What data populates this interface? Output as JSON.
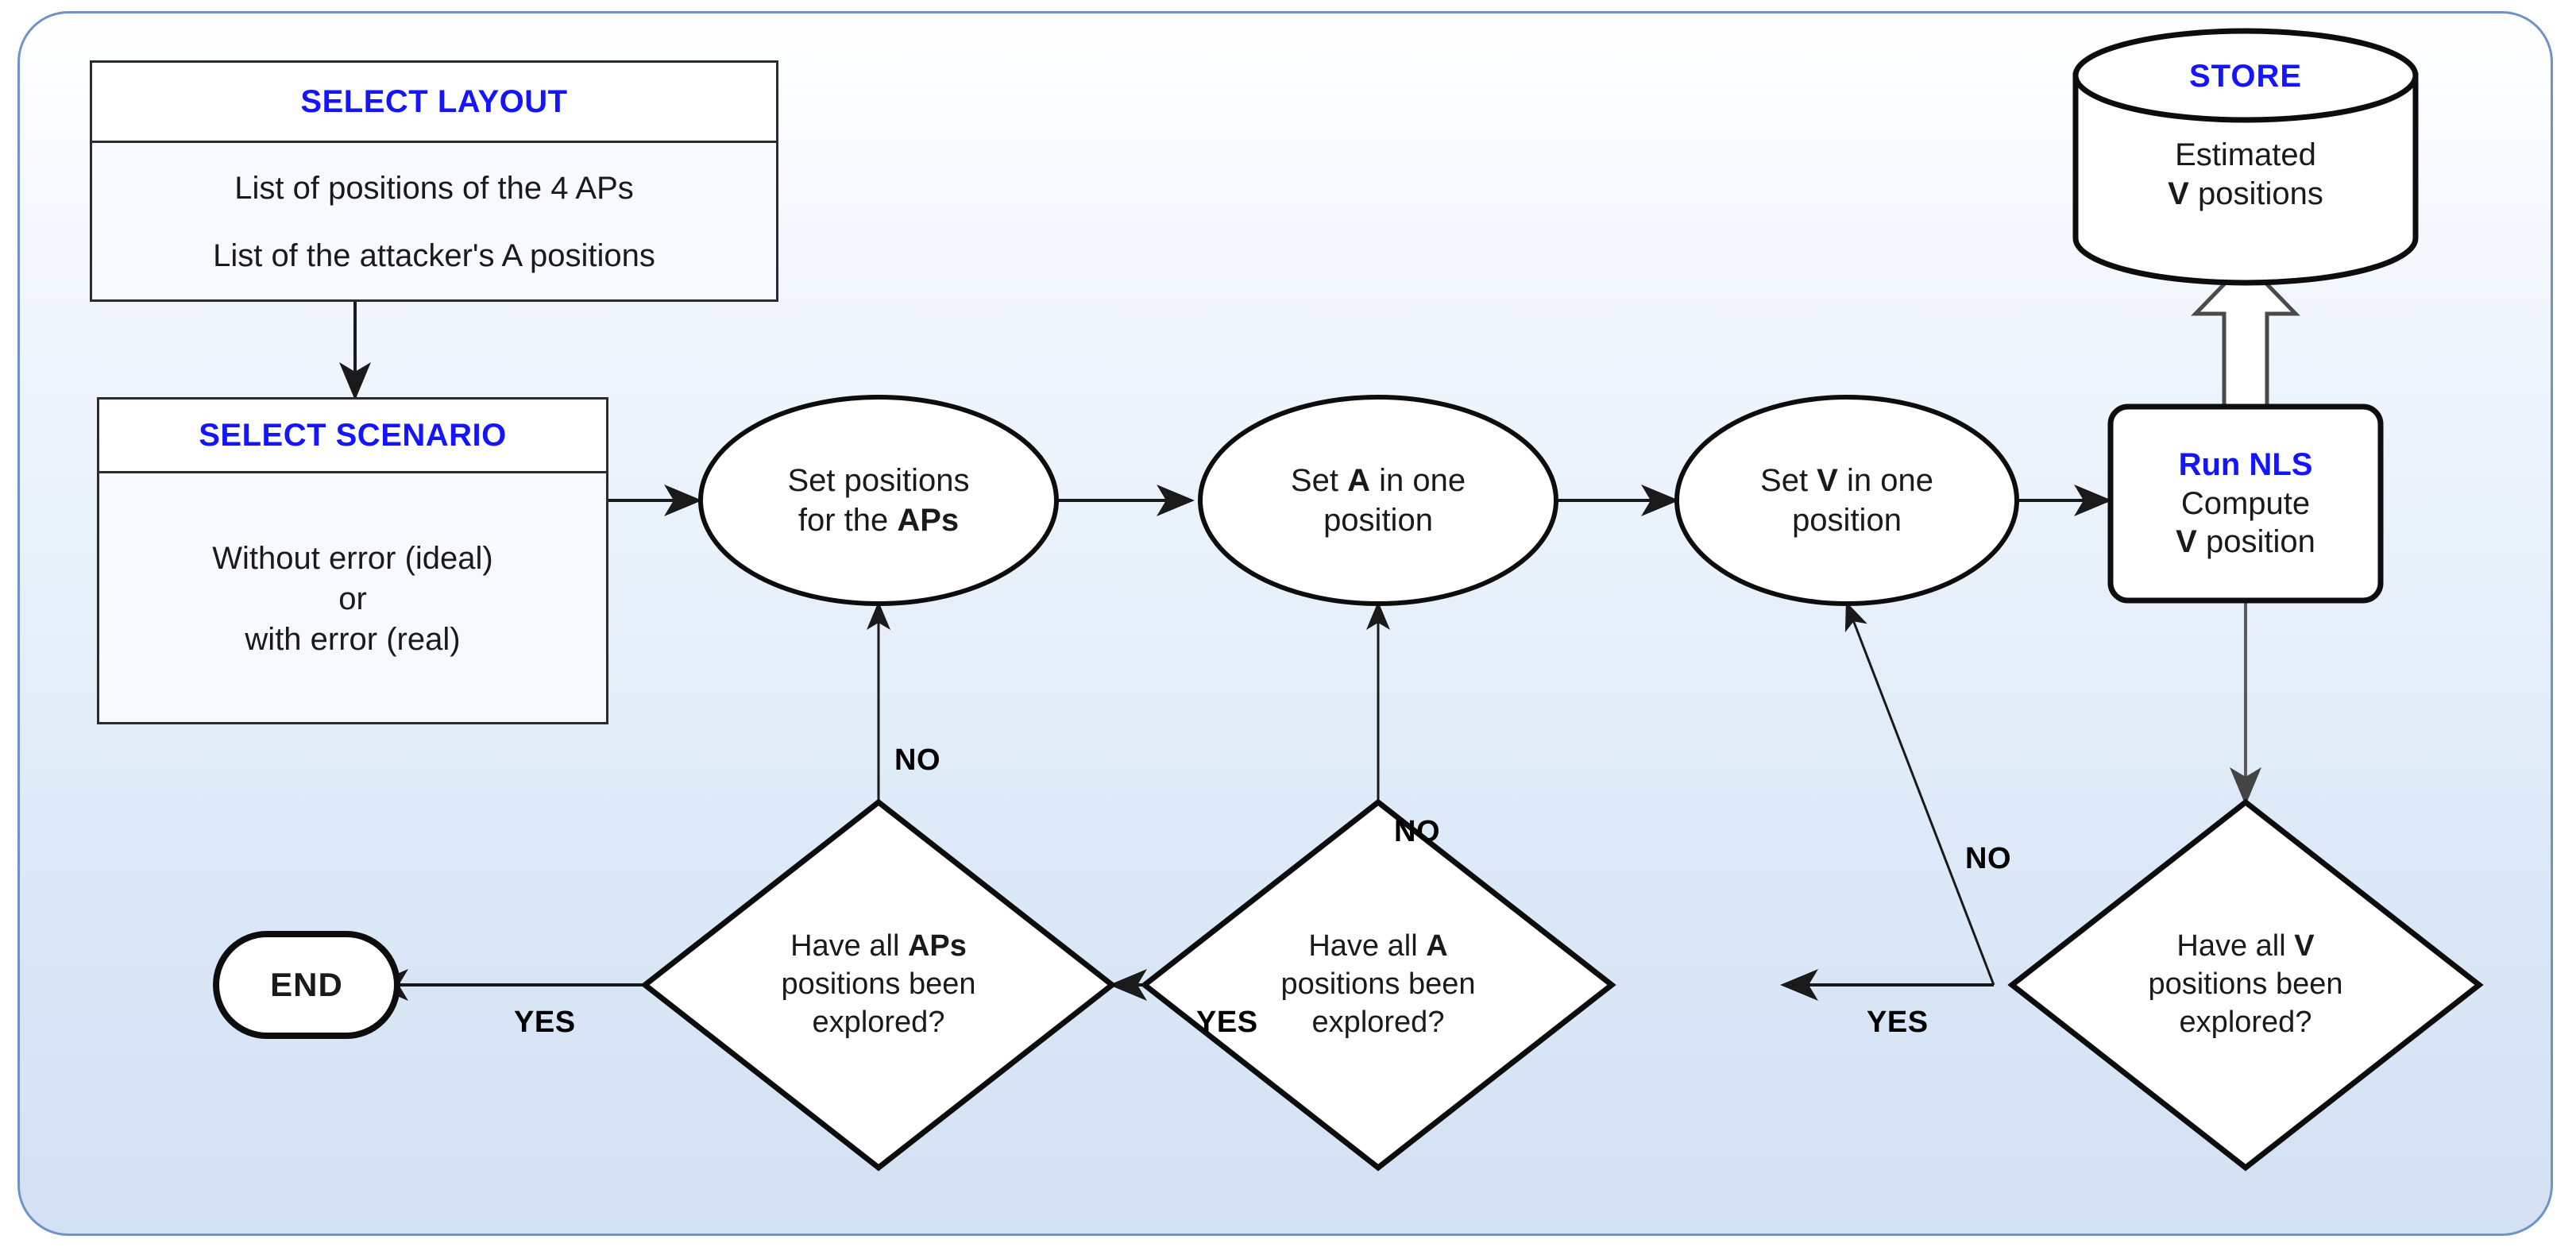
{
  "diagram": {
    "title": "Simulation workflow flowchart",
    "panel": {
      "border_color": "#6d93c8",
      "bg_top": "#ffffff",
      "bg_bottom": "#d3e1f4"
    },
    "accent_color": "#1414ff",
    "line_color": "#1a1a1a"
  },
  "nodes": {
    "select_layout": {
      "header": "SELECT LAYOUT",
      "lines": [
        "List of positions of the 4 APs",
        "List of the attacker's A positions"
      ]
    },
    "select_scenario": {
      "header": "SELECT SCENARIO",
      "lines": [
        "Without error (ideal)",
        "or",
        "with error (real)"
      ]
    },
    "set_aps": {
      "line1": "Set positions",
      "line2_prefix": "for the ",
      "line2_bold": "APs"
    },
    "set_a": {
      "line1_prefix": "Set ",
      "line1_bold": "A",
      "line1_suffix": " in one",
      "line2": "position"
    },
    "set_v": {
      "line1_prefix": "Set ",
      "line1_bold": "V",
      "line1_suffix": " in one",
      "line2": "position"
    },
    "run_nls": {
      "header": "Run NLS",
      "line1": "Compute",
      "line2_bold": "V",
      "line2_suffix": " position"
    },
    "store": {
      "header": "STORE",
      "line1": "Estimated",
      "line2_bold": "V",
      "line2_suffix": " positions"
    },
    "decision_aps": {
      "line1_prefix": "Have all ",
      "line1_bold": "APs",
      "line2": "positions been",
      "line3": "explored?"
    },
    "decision_a": {
      "line1_prefix": "Have all ",
      "line1_bold": "A",
      "line2": "positions been",
      "line3": "explored?"
    },
    "decision_v": {
      "line1_prefix": "Have all ",
      "line1_bold": "V",
      "line2": "positions been",
      "line3": "explored?"
    },
    "end": {
      "label": "END"
    }
  },
  "edge_labels": {
    "no_aps": "NO",
    "no_a": "NO",
    "no_v": "NO",
    "yes_end": "YES",
    "yes_a_to_aps": "YES",
    "yes_v_to_a": "YES"
  }
}
